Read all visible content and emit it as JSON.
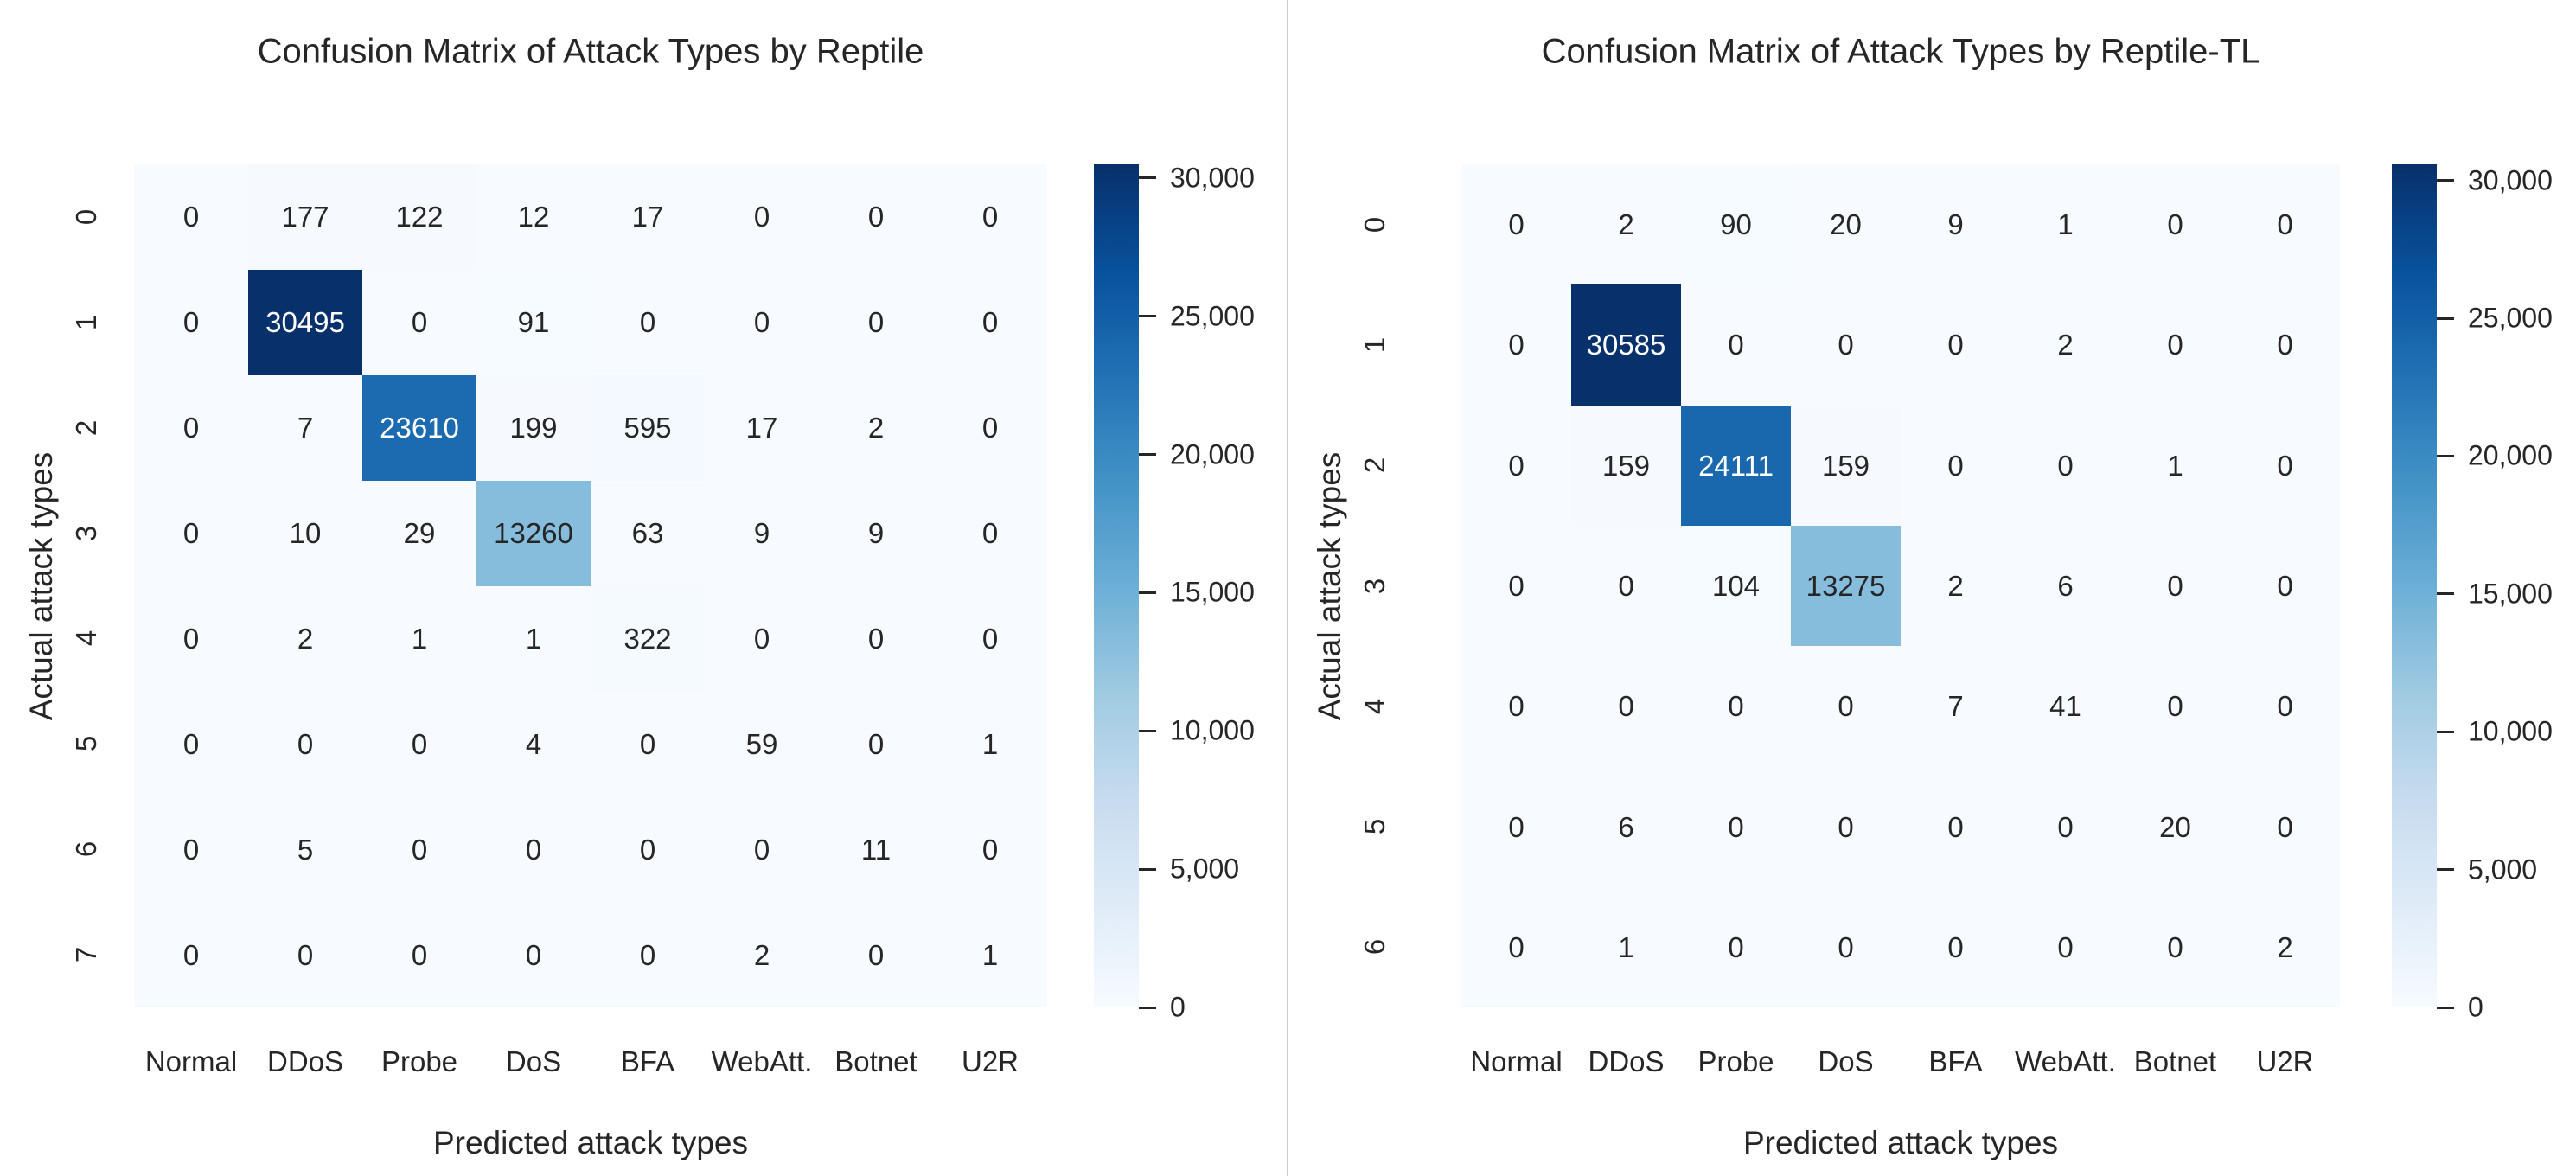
{
  "page": {
    "background": "#ffffff",
    "divider_color": "#c9ccd1",
    "text_color": "#262626"
  },
  "colormap": {
    "name": "Blues",
    "anchors": [
      [
        0.0,
        "#f7fbff"
      ],
      [
        0.125,
        "#deebf7"
      ],
      [
        0.25,
        "#c6dbef"
      ],
      [
        0.375,
        "#9ecae1"
      ],
      [
        0.5,
        "#6baed6"
      ],
      [
        0.625,
        "#4292c6"
      ],
      [
        0.75,
        "#2171b5"
      ],
      [
        0.875,
        "#08519c"
      ],
      [
        1.0,
        "#08306b"
      ]
    ],
    "cell_text_dark": "#262626",
    "cell_text_light": "#ffffff"
  },
  "chart_data": [
    {
      "type": "heatmap",
      "title": "Confusion Matrix of Attack Types by Reptile",
      "xlabel": "Predicted attack types",
      "ylabel": "Actual attack types",
      "x_ticklabels": [
        "Normal",
        "DDoS",
        "Probe",
        "DoS",
        "BFA",
        "WebAtt.",
        "Botnet",
        "U2R"
      ],
      "y_ticklabels": [
        "0",
        "1",
        "2",
        "3",
        "4",
        "5",
        "6",
        "7"
      ],
      "values": [
        [
          0,
          177,
          122,
          12,
          17,
          0,
          0,
          0
        ],
        [
          0,
          30495,
          0,
          91,
          0,
          0,
          0,
          0
        ],
        [
          0,
          7,
          23610,
          199,
          595,
          17,
          2,
          0
        ],
        [
          0,
          10,
          29,
          13260,
          63,
          9,
          9,
          0
        ],
        [
          0,
          2,
          1,
          1,
          322,
          0,
          0,
          0
        ],
        [
          0,
          0,
          0,
          4,
          0,
          59,
          0,
          1
        ],
        [
          0,
          5,
          0,
          0,
          0,
          0,
          11,
          0
        ],
        [
          0,
          0,
          0,
          0,
          0,
          2,
          0,
          1
        ]
      ],
      "vmin": 0,
      "vmax": 30495,
      "grid": false,
      "legend": "colorbar-right",
      "colorbar_ticks": [
        {
          "value": 0,
          "label": "0"
        },
        {
          "value": 5000,
          "label": "5,000"
        },
        {
          "value": 10000,
          "label": "10,000"
        },
        {
          "value": 15000,
          "label": "15,000"
        },
        {
          "value": 20000,
          "label": "20,000"
        },
        {
          "value": 25000,
          "label": "25,000"
        },
        {
          "value": 30000,
          "label": "30,000"
        }
      ]
    },
    {
      "type": "heatmap",
      "title": "Confusion Matrix of Attack Types by Reptile-TL",
      "xlabel": "Predicted attack types",
      "ylabel": "Actual attack types",
      "x_ticklabels": [
        "Normal",
        "DDoS",
        "Probe",
        "DoS",
        "BFA",
        "WebAtt.",
        "Botnet",
        "U2R"
      ],
      "y_ticklabels": [
        "0",
        "1",
        "2",
        "3",
        "4",
        "5",
        "6"
      ],
      "values": [
        [
          0,
          2,
          90,
          20,
          9,
          1,
          0,
          0
        ],
        [
          0,
          30585,
          0,
          0,
          0,
          2,
          0,
          0
        ],
        [
          0,
          159,
          24111,
          159,
          0,
          0,
          1,
          0
        ],
        [
          0,
          0,
          104,
          13275,
          2,
          6,
          0,
          0
        ],
        [
          0,
          0,
          0,
          0,
          7,
          41,
          0,
          0
        ],
        [
          0,
          6,
          0,
          0,
          0,
          0,
          20,
          0
        ],
        [
          0,
          1,
          0,
          0,
          0,
          0,
          0,
          2
        ]
      ],
      "vmin": 0,
      "vmax": 30585,
      "grid": false,
      "legend": "colorbar-right",
      "colorbar_ticks": [
        {
          "value": 0,
          "label": "0"
        },
        {
          "value": 5000,
          "label": "5,000"
        },
        {
          "value": 10000,
          "label": "10,000"
        },
        {
          "value": 15000,
          "label": "15,000"
        },
        {
          "value": 20000,
          "label": "20,000"
        },
        {
          "value": 25000,
          "label": "25,000"
        },
        {
          "value": 30000,
          "label": "30,000"
        }
      ]
    }
  ]
}
